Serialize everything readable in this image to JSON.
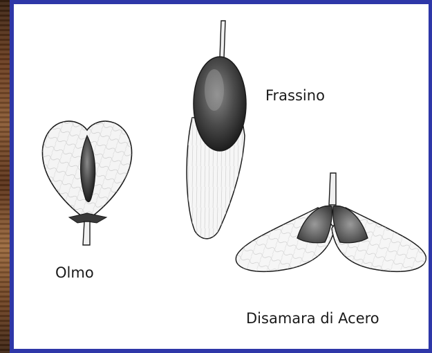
{
  "labels": {
    "elm": "Olmo",
    "ash": "Frassino",
    "maple": "Disamara di Acero"
  },
  "colors": {
    "frame": "#2e37a8",
    "ink": "#1a1a1a"
  }
}
